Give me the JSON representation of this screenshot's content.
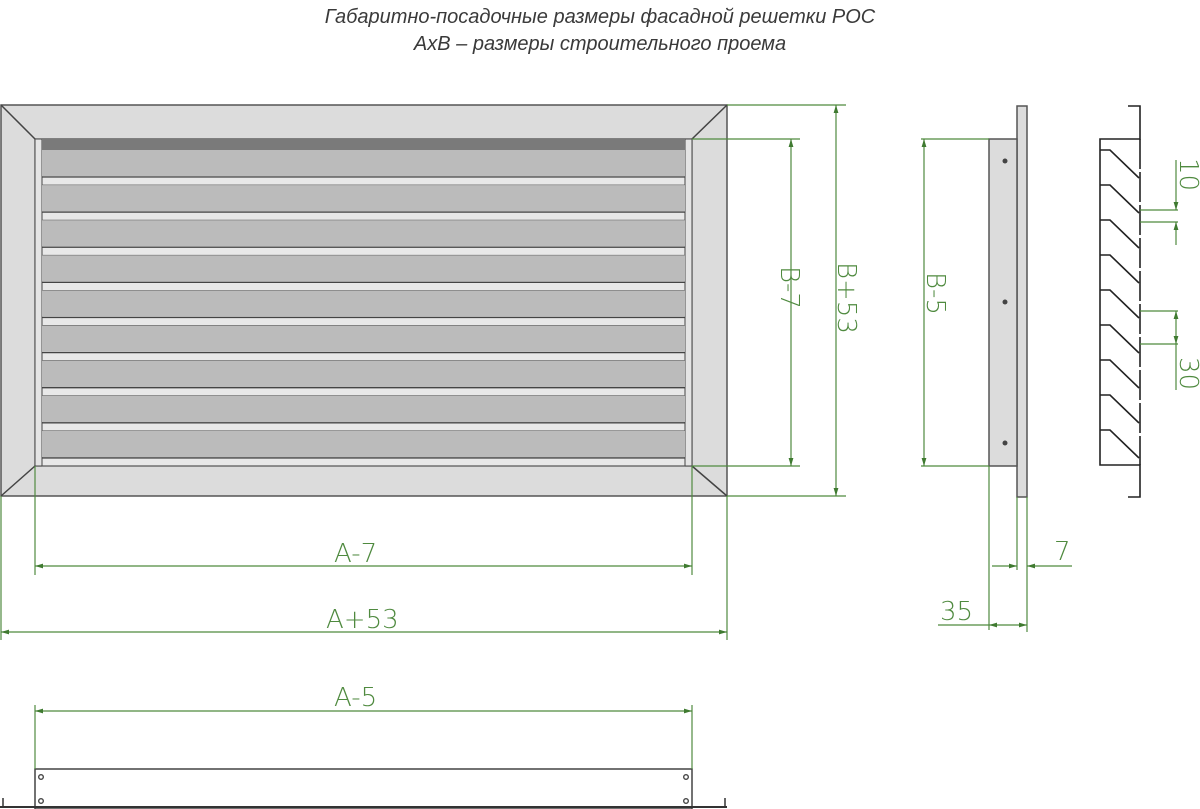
{
  "title": {
    "line1": "Габаритно-посадочные размеры фасадной решетки РОС",
    "line2": "AxB – размеры строительного проема"
  },
  "front_view": {
    "louver_count": 9,
    "dims": {
      "inner_height": "B-7",
      "outer_height": "B+53",
      "inner_width": "A-7",
      "outer_width": "A+53"
    }
  },
  "side_view": {
    "dims": {
      "body_height": "B-5",
      "flange_thickness": "7",
      "depth": "35"
    }
  },
  "section_view": {
    "louver_count": 9,
    "dims": {
      "gap": "10",
      "pitch": "30"
    }
  },
  "bottom_view": {
    "dims": {
      "width": "A-5"
    }
  },
  "colors": {
    "dimension": "#4f8a3f",
    "frame": "#dcdcdc",
    "slat": "#bbbbbb",
    "outline": "#444444"
  }
}
